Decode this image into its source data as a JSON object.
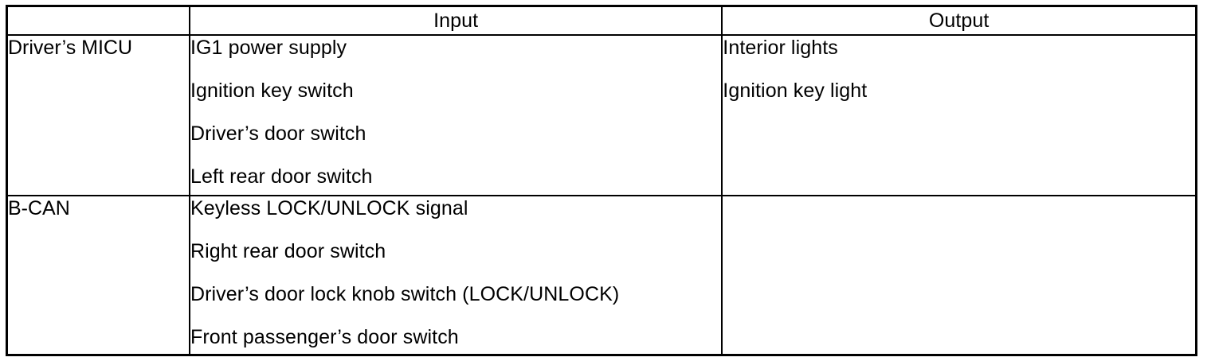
{
  "table": {
    "headers": {
      "corner": "",
      "input": "Input",
      "output": "Output"
    },
    "rows": [
      {
        "label": "Driver’s MICU",
        "input": [
          "IG1 power supply",
          "Ignition key switch",
          "Driver’s door switch",
          "Left rear door switch"
        ],
        "output": [
          "Interior lights",
          "Ignition key light"
        ]
      },
      {
        "label": "B-CAN",
        "input": [
          "Keyless LOCK/UNLOCK signal",
          "Right rear door switch",
          "Driver’s door lock knob switch (LOCK/UNLOCK)",
          "Front passenger’s door switch"
        ],
        "output": []
      }
    ]
  },
  "colors": {
    "border": "#000000",
    "text": "#000000",
    "background": "#ffffff"
  }
}
